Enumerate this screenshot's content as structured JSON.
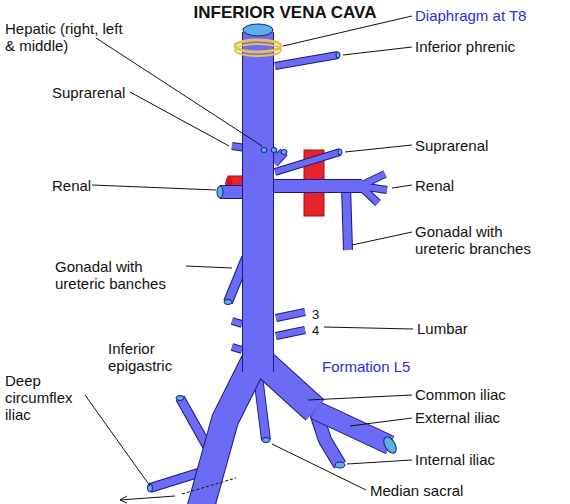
{
  "diagram": {
    "title": "INFERIOR VENA CAVA",
    "labels": [
      "Hepatic (right, left & middle)",
      "Diaphragm at T8",
      "Suprarenal",
      "Inferior phrenic",
      "Suprarenal",
      "Renal",
      "Renal",
      "Gonadal with ureteric branches",
      "Gonadal with ureteric banches",
      "3",
      "4",
      "Lumbar",
      "Formation L5",
      "Common iliac",
      "Inferior epigastric",
      "Deep circumflex iliac",
      "External iliac",
      "Internal iliac",
      "Median sacral"
    ]
  }
}
